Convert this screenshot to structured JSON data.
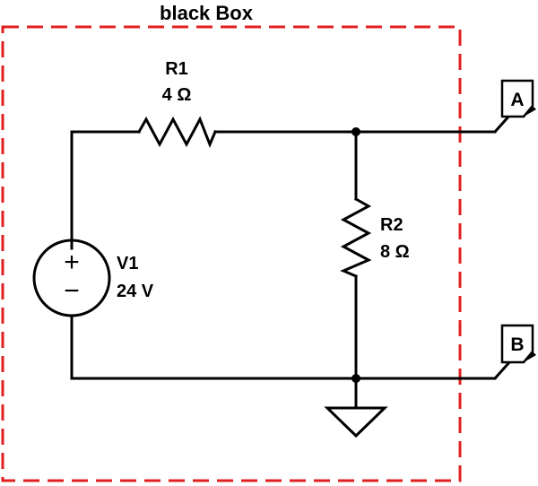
{
  "diagram": {
    "title": "black Box",
    "box_color": "#e02020",
    "wire_color": "#000000",
    "components": {
      "r1": {
        "name": "R1",
        "value": "4 Ω"
      },
      "r2": {
        "name": "R2",
        "value": "8 Ω"
      },
      "v1": {
        "name": "V1",
        "value": "24 V",
        "plus": "+",
        "minus": "−"
      }
    },
    "terminals": {
      "a": {
        "label": "A"
      },
      "b": {
        "label": "B"
      }
    },
    "icons": [
      "ground-icon",
      "resistor-icon",
      "voltage-source-icon",
      "terminal-flag-icon"
    ]
  }
}
